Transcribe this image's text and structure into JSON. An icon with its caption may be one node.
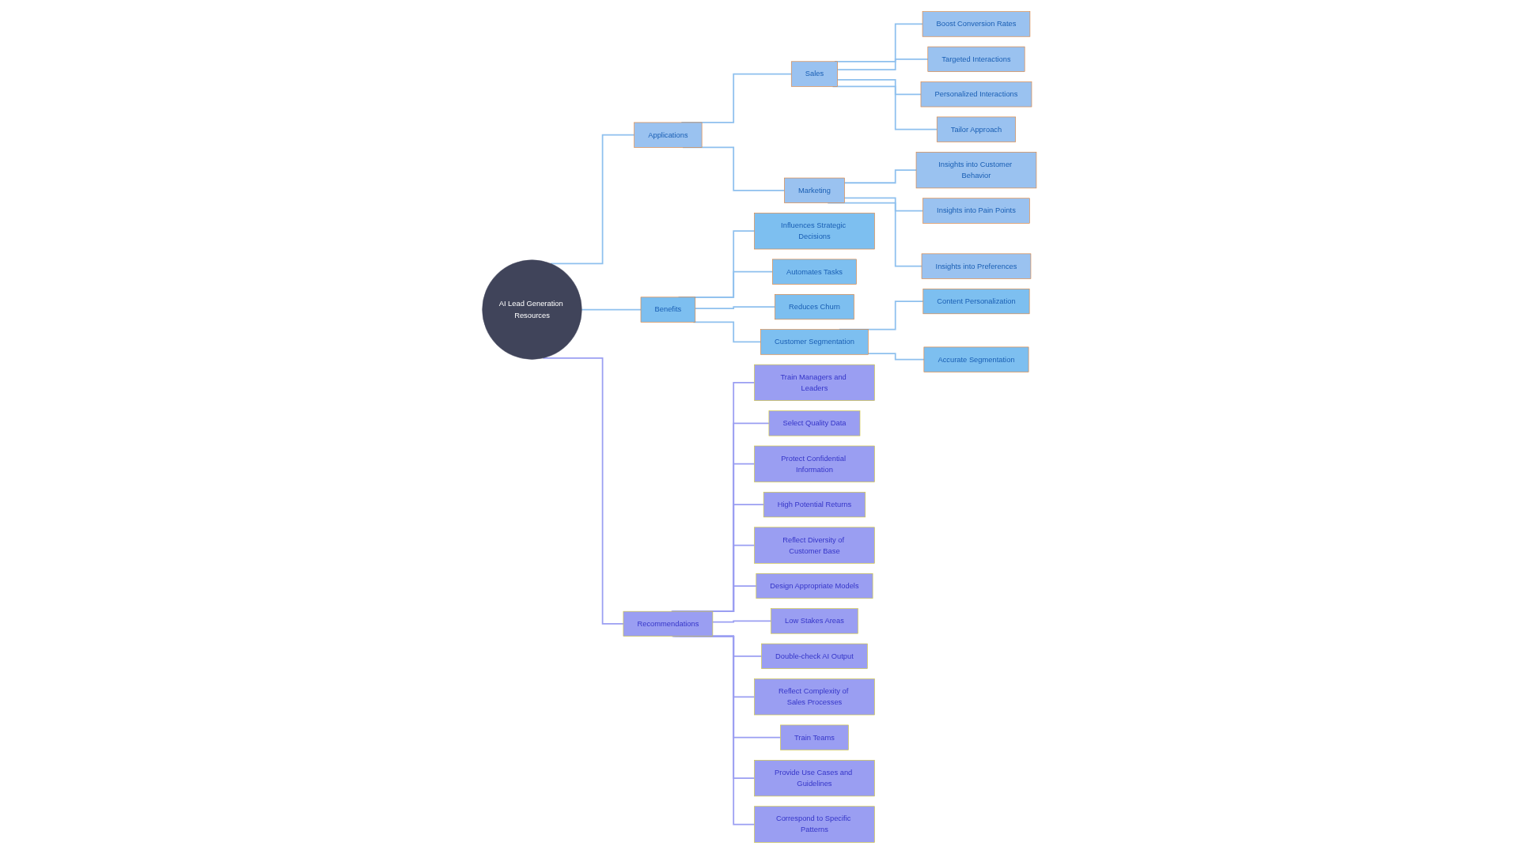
{
  "diagram": {
    "nodes": [
      {
        "text": [
          "AI Lead Generation Resources"
        ]
      },
      {
        "text": [
          "Applications"
        ]
      },
      {
        "text": [
          "Sales"
        ]
      },
      {
        "text": [
          "Boost Conversion Rates"
        ]
      },
      {
        "text": [
          "Targeted Interactions"
        ]
      },
      {
        "text": [
          "Personalized Interactions"
        ]
      },
      {
        "text": [
          "Tailor Approach"
        ]
      },
      {
        "text": [
          "Marketing"
        ]
      },
      {
        "text": [
          "Insights into Customer Behavior"
        ]
      },
      {
        "text": [
          "Insights into Pain Points"
        ]
      },
      {
        "text": [
          "Insights into Preferences"
        ]
      },
      {
        "text": [
          "Benefits"
        ]
      },
      {
        "text": [
          "Influences Strategic Decisions"
        ]
      },
      {
        "text": [
          "Automates Tasks"
        ]
      },
      {
        "text": [
          "Reduces Churn"
        ]
      },
      {
        "text": [
          "Customer Segmentation"
        ]
      },
      {
        "text": [
          "Content Personalization"
        ]
      },
      {
        "text": [
          "Accurate Segmentation"
        ]
      },
      {
        "text": [
          "Recommendations"
        ]
      },
      {
        "text": [
          "Train Managers and Leaders"
        ]
      },
      {
        "text": [
          "Select Quality Data"
        ]
      },
      {
        "text": [
          "Protect Confidential Information"
        ]
      },
      {
        "text": [
          "High Potential Returns"
        ]
      },
      {
        "text": [
          "Reflect Diversity of Customer Base"
        ]
      },
      {
        "text": [
          "Design Appropriate Models"
        ]
      },
      {
        "text": [
          "Low Stakes Areas"
        ]
      },
      {
        "text": [
          "Double-check AI Output"
        ]
      },
      {
        "text": [
          "Reflect Complexity of Sales Processes"
        ]
      },
      {
        "text": [
          "Train Teams"
        ]
      },
      {
        "text": [
          "Provide Use Cases and Guidelines"
        ]
      },
      {
        "text": [
          "Correspond to Specific Patterns"
        ]
      }
    ],
    "edges": [
      {
        "from": 0,
        "to": 1,
        "arrow": "none"
      },
      {
        "from": 1,
        "to": 2,
        "arrow": "none"
      },
      {
        "from": 2,
        "to": 3,
        "arrow": "none"
      },
      {
        "from": 2,
        "to": 4,
        "arrow": "none"
      },
      {
        "from": 2,
        "to": 5,
        "arrow": "none"
      },
      {
        "from": 2,
        "to": 6,
        "arrow": "none"
      },
      {
        "from": 1,
        "to": 7,
        "arrow": "none"
      },
      {
        "from": 7,
        "to": 8,
        "arrow": "none"
      },
      {
        "from": 7,
        "to": 9,
        "arrow": "none"
      },
      {
        "from": 7,
        "to": 10,
        "arrow": "none"
      },
      {
        "from": 0,
        "to": 11,
        "arrow": "none"
      },
      {
        "from": 11,
        "to": 12,
        "arrow": "none"
      },
      {
        "from": 11,
        "to": 13,
        "arrow": "none"
      },
      {
        "from": 11,
        "to": 14,
        "arrow": "none"
      },
      {
        "from": 11,
        "to": 15,
        "arrow": "none"
      },
      {
        "from": 15,
        "to": 16,
        "arrow": "none"
      },
      {
        "from": 15,
        "to": 17,
        "arrow": "none"
      },
      {
        "from": 0,
        "to": 18,
        "arrow": "none",
        "color": "#9a9ef2"
      },
      {
        "from": 18,
        "to": 19,
        "arrow": "none",
        "color": "#9a9ef2"
      },
      {
        "from": 18,
        "to": 20,
        "arrow": "none",
        "color": "#9a9ef2"
      },
      {
        "from": 18,
        "to": 21,
        "arrow": "none",
        "color": "#9a9ef2"
      },
      {
        "from": 18,
        "to": 22,
        "arrow": "none",
        "color": "#9a9ef2"
      },
      {
        "from": 18,
        "to": 23,
        "arrow": "none",
        "color": "#9a9ef2"
      },
      {
        "from": 18,
        "to": 24,
        "arrow": "none",
        "color": "#9a9ef2"
      },
      {
        "from": 18,
        "to": 25,
        "arrow": "none",
        "color": "#9a9ef2"
      },
      {
        "from": 18,
        "to": 26,
        "arrow": "none",
        "color": "#9a9ef2"
      },
      {
        "from": 18,
        "to": 27,
        "arrow": "none",
        "color": "#9a9ef2"
      },
      {
        "from": 18,
        "to": 28,
        "arrow": "none",
        "color": "#9a9ef2"
      },
      {
        "from": 18,
        "to": 29,
        "arrow": "none",
        "color": "#9a9ef2"
      },
      {
        "from": 18,
        "to": 30,
        "arrow": "none",
        "color": "#9a9ef2"
      }
    ]
  }
}
